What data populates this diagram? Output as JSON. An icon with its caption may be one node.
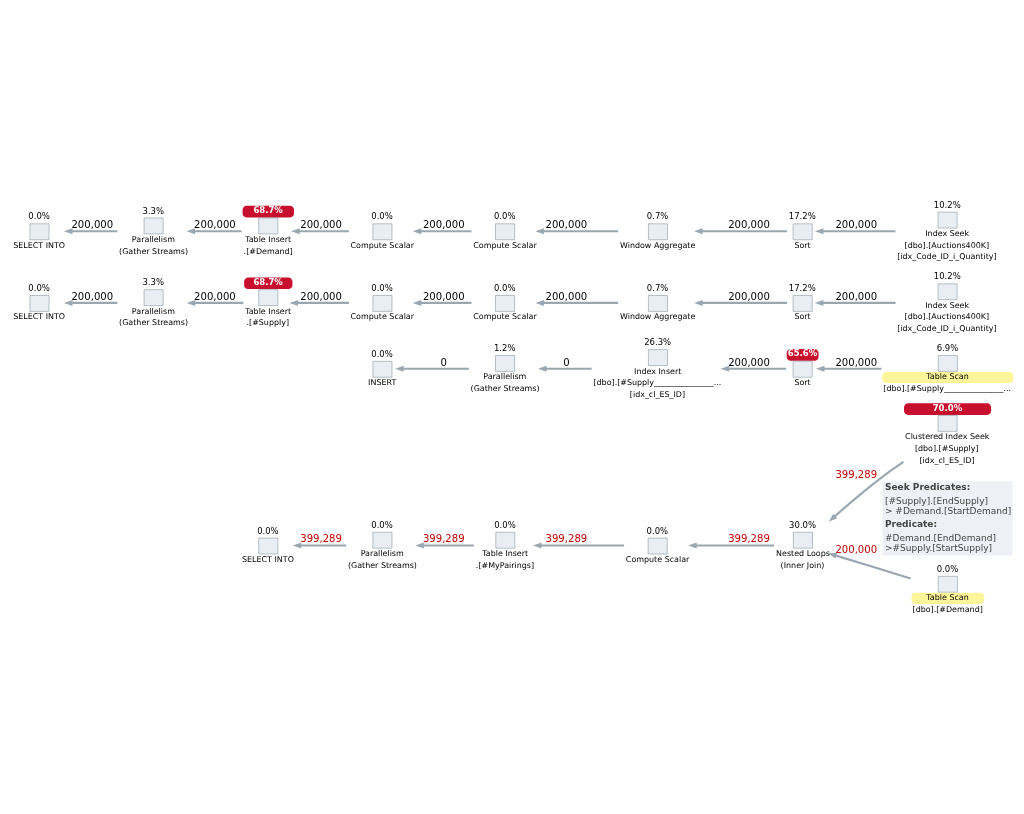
{
  "diagram": {
    "nodes": [
      {
        "text": [
          "0.0%",
          "SELECT INTO"
        ]
      },
      {
        "text": [
          "3.3%",
          "Parallelism",
          "(Gather Streams)"
        ]
      },
      {
        "text": [
          "68.7%",
          "Table Insert",
          ".[#Demand]"
        ]
      },
      {
        "text": [
          "0.0%",
          "Compute Scalar"
        ]
      },
      {
        "text": [
          "0.0%",
          "Compute Scalar"
        ]
      },
      {
        "text": [
          "0.7%",
          "Window Aggregate"
        ]
      },
      {
        "text": [
          "17.2%",
          "Sort"
        ]
      },
      {
        "text": [
          "10.2%",
          "Index Seek",
          "[dbo].[Auctions400K]",
          "[idx_Code_ID_i_Quantity]"
        ]
      },
      {
        "text": [
          "0.0%",
          "SELECT INTO"
        ]
      },
      {
        "text": [
          "3.3%",
          "Parallelism",
          "(Gather Streams)"
        ]
      },
      {
        "text": [
          "68.7%",
          "Table Insert",
          ".[#Supply]"
        ]
      },
      {
        "text": [
          "0.0%",
          "Compute Scalar"
        ]
      },
      {
        "text": [
          "0.0%",
          "Compute Scalar"
        ]
      },
      {
        "text": [
          "0.7%",
          "Window Aggregate"
        ]
      },
      {
        "text": [
          "17.2%",
          "Sort"
        ]
      },
      {
        "text": [
          "10.2%",
          "Index Seek",
          "[dbo].[Auctions400K]",
          "[idx_Code_ID_i_Quantity]"
        ]
      },
      {
        "text": [
          "0.0%",
          "INSERT"
        ]
      },
      {
        "text": [
          "1.2%",
          "Parallelism",
          "(Gather Streams)"
        ]
      },
      {
        "text": [
          "26.3%",
          "Index Insert",
          "[dbo].[#Supply_______________...",
          "[idx_cl_ES_ID]"
        ]
      },
      {
        "text": [
          "65.6%",
          "Sort"
        ]
      },
      {
        "text": [
          "6.9%",
          "Table Scan",
          "[dbo].[#Supply_______________..."
        ]
      },
      {
        "text": [
          "0.0%",
          "SELECT INTO"
        ]
      },
      {
        "text": [
          "0.0%",
          "Parallelism",
          "(Gather Streams)"
        ]
      },
      {
        "text": [
          "0.0%",
          "Table Insert",
          ".[#MyPairings]"
        ]
      },
      {
        "text": [
          "0.0%",
          "Compute Scalar"
        ]
      },
      {
        "text": [
          "30.0%",
          "Nested Loops",
          "(Inner Join)"
        ]
      },
      {
        "text": [
          "0.0%",
          "Table Scan",
          "[dbo].[#Demand]"
        ]
      },
      {
        "text": [
          "70.0%",
          "Clustered Index Seek",
          "[dbo].[#Supply]",
          "[idx_cl_ES_ID]"
        ]
      },
      {
        "text": [
          "Seek Predicates:",
          "[#Supply].[EndSupply] > #Demand.[StartDemand]",
          "Predicate:",
          "#Demand.[EndDemand] >#Supply.[StartSupply]"
        ]
      }
    ],
    "edges": [
      {
        "from": 1,
        "to": 0,
        "arrow": "to",
        "label": "200,000"
      },
      {
        "from": 2,
        "to": 1,
        "arrow": "to",
        "label": "200,000"
      },
      {
        "from": 3,
        "to": 2,
        "arrow": "to",
        "label": "200,000"
      },
      {
        "from": 4,
        "to": 3,
        "arrow": "to",
        "label": "200,000"
      },
      {
        "from": 5,
        "to": 4,
        "arrow": "to",
        "label": "200,000"
      },
      {
        "from": 6,
        "to": 5,
        "arrow": "to",
        "label": "200,000"
      },
      {
        "from": 7,
        "to": 6,
        "arrow": "to",
        "label": "200,000"
      },
      {
        "from": 9,
        "to": 8,
        "arrow": "to",
        "label": "200,000"
      },
      {
        "from": 10,
        "to": 9,
        "arrow": "to",
        "label": "200,000"
      },
      {
        "from": 11,
        "to": 10,
        "arrow": "to",
        "label": "200,000"
      },
      {
        "from": 12,
        "to": 11,
        "arrow": "to",
        "label": "200,000"
      },
      {
        "from": 13,
        "to": 12,
        "arrow": "to",
        "label": "200,000"
      },
      {
        "from": 14,
        "to": 13,
        "arrow": "to",
        "label": "200,000"
      },
      {
        "from": 15,
        "to": 14,
        "arrow": "to",
        "label": "200,000"
      },
      {
        "from": 17,
        "to": 16,
        "arrow": "to",
        "label": "0"
      },
      {
        "from": 18,
        "to": 17,
        "arrow": "to",
        "label": "0"
      },
      {
        "from": 19,
        "to": 18,
        "arrow": "to",
        "label": "200,000"
      },
      {
        "from": 20,
        "to": 19,
        "arrow": "to",
        "label": "200,000"
      },
      {
        "from": 22,
        "to": 21,
        "arrow": "to",
        "label": "399,289"
      },
      {
        "from": 23,
        "to": 22,
        "arrow": "to",
        "label": "399,289"
      },
      {
        "from": 24,
        "to": 23,
        "arrow": "to",
        "label": "399,289"
      },
      {
        "from": 25,
        "to": 24,
        "arrow": "to",
        "label": "399,289"
      },
      {
        "from": 26,
        "to": 25,
        "arrow": "to",
        "label": "200,000"
      },
      {
        "from": 27,
        "to": 25,
        "arrow": "to",
        "label": "399,289"
      }
    ]
  }
}
